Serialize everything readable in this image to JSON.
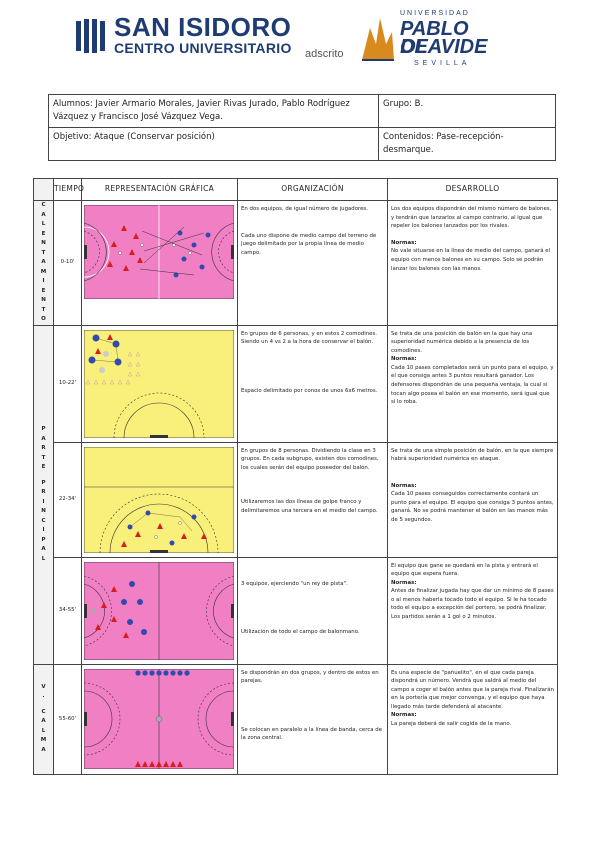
{
  "header": {
    "si_line1": "SAN ISIDORO",
    "si_line2": "CENTRO UNIVERSITARIO",
    "adscrito": "adscrito",
    "upo_univ": "UNIVERSIDAD",
    "upo_pablo": "PABLO DE",
    "upo_olavide": "OLAVIDE",
    "upo_sevilla": "SEVILLA"
  },
  "info": {
    "alumnos": "Alumnos:   Javier Armario Morales, Javier Rivas Jurado, Pablo Rodríguez Vázquez  y Francisco José Vázquez Vega.",
    "grupo": "Grupo: B.",
    "objetivo": "Objetivo: Ataque (Conservar posición)",
    "contenidos": "Contenidos: Pase-recepción-desmarque."
  },
  "table": {
    "headers": {
      "tiempo": "TIEMPO",
      "grafica": "REPRESENTACIÓN GRÁFICA",
      "organizacion": "ORGANIZACIÓN",
      "desarrollo": "DESARROLLO"
    },
    "phases": {
      "calentamiento": "CALENTAMIENTO",
      "principal": "PARTE PRINCIPAL",
      "calma": "V. CALMA"
    },
    "rows": [
      {
        "tiempo": "0-10'",
        "org1": "En dos equipos, de igual número de jugadores.",
        "org2": "Cada uno dispone de medio campo del terreno de juego delimitado por la propia línea de medio campo.",
        "des1": "Los dos equipos dispondrán del mismo número de balones, y tendrán que lanzarlos al campo contrario, al igual que repeler los balones lanzados por los rivales.",
        "normas": "Normas:",
        "des2": "No vale situarse en la línea de medio del campo, ganará el equipo con menos balones en su campo. Solo se podrán lanzar los balones con las manos."
      },
      {
        "tiempo": "10-22'",
        "org1": "En grupos de 6 personas, y en estos 2 comodines. Siendo un 4 vs 2 a la hora de conservar el balón.",
        "org2": "Espacio delimitado por conos de unos 6x6 metros.",
        "des1": "Se trata de una posición de balón en la que hay una superioridad numérica debido a la presencia de los comodines.",
        "normas": "Normas:",
        "des2": "Cada 10 pases completados será un punto para el equipo, y el que consiga antes 3 puntos resultará ganador. Los defensores dispondrán de una pequeña ventaja, la cual si tocan algo posea el balón en ese momento, será igual que si lo roba."
      },
      {
        "tiempo": "22-34'",
        "org1": "En grupos de 8 personas. Dividiendo la clase en 3 grupos. En cada subgrupo, existen dos comodines, los cuales serán del equipo poseedor del balón.",
        "org2": "Utilizaremos las dos líneas de golpe franco y delimitaremos una tercera en el medio del campo.",
        "des1": "Se trata de una simple posición de balón, en la que siempre habrá superioridad numérica en ataque.",
        "normas": "Normas:",
        "des2": "Cada 10 pases conseguidos correctamente contará un punto para el equipo. El equipo que consiga 3 puntos antes, ganará. No se podrá mantener el balón en las manos más de 5 segundos."
      },
      {
        "tiempo": "34-55'",
        "org1": "3 equipos, ejerciendo \"un rey de pista\".",
        "org2": "Utilización de todo el campo de balonmano.",
        "des1": "El equipo que gane se quedará en la pista y entrará el equipo que espera fuera.",
        "normas": "Normas:",
        "des2": "Antes de finalizar jugada hay que dar un mínimo de 8 pases o al menos haberla tocado todo el equipo. Si le ha tocado todo el equipo a excepción del portero, se podrá finalizar. Los partidos serán a 1 gol o 2 minutos."
      },
      {
        "tiempo": "55-60'",
        "org1": "Se dispondrán en dos grupos, y dentro de estos en parejas.",
        "org2": "Se colocan en paralelo a la línea de banda, cerca de la zona central.",
        "des1": "Es una especie de \"pañuelito\", en el que cada pareja dispondrá un número. Vendrá que saldrá al medio del campo a coger el balón antes que la pareja rival. Finalizarán en la portería que mejor convenga, y el equipo que haya llegado más tarde defenderá al atacante.",
        "normas": "Normas:",
        "des2": "La pareja deberá de salir cogida de la mano."
      }
    ]
  },
  "colors": {
    "pink_court": "#f07fc4",
    "yellow_court": "#f8f07a",
    "red": "#d81e1e",
    "blue": "#2f4bb0",
    "navy": "#1e3c72"
  }
}
